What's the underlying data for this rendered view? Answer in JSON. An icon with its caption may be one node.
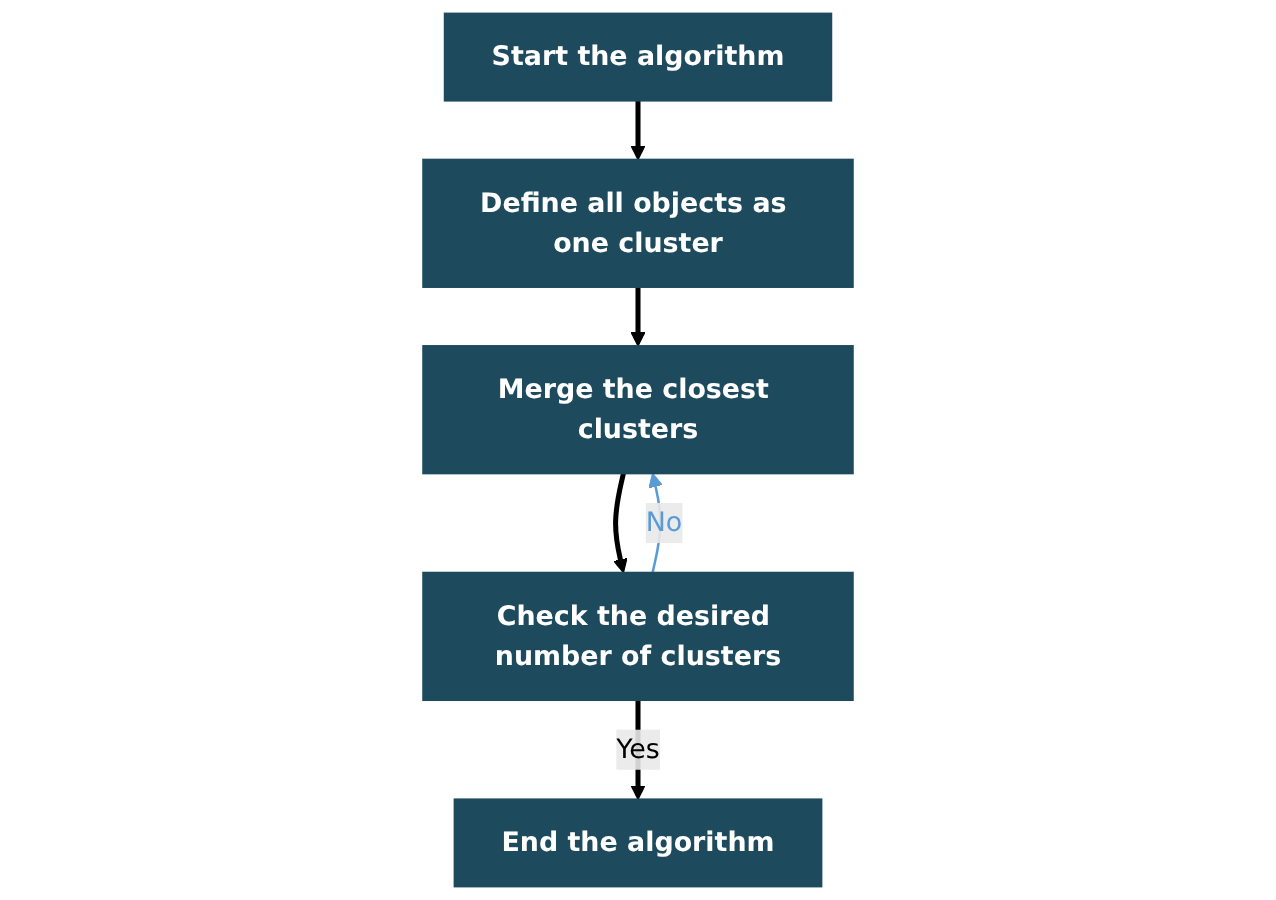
{
  "diagram": {
    "nodes": [
      {
        "text": [
          "Start the algorithm"
        ]
      },
      {
        "text": [
          "Define all objects as one cluster"
        ]
      },
      {
        "text": [
          "Merge the closest clusters"
        ]
      },
      {
        "text": [
          "Check the desired number of clusters"
        ]
      },
      {
        "text": [
          "End the algorithm"
        ]
      }
    ],
    "edges": [
      {
        "from": 0,
        "to": 1,
        "arrow": "to"
      },
      {
        "from": 1,
        "to": 2,
        "arrow": "to"
      },
      {
        "from": 2,
        "to": 3,
        "arrow": "to"
      },
      {
        "from": 3,
        "to": 2,
        "arrow": "to",
        "label": "No",
        "color": "#5b9bd5"
      },
      {
        "from": 3,
        "to": 4,
        "arrow": "to",
        "label": "Yes"
      }
    ]
  }
}
